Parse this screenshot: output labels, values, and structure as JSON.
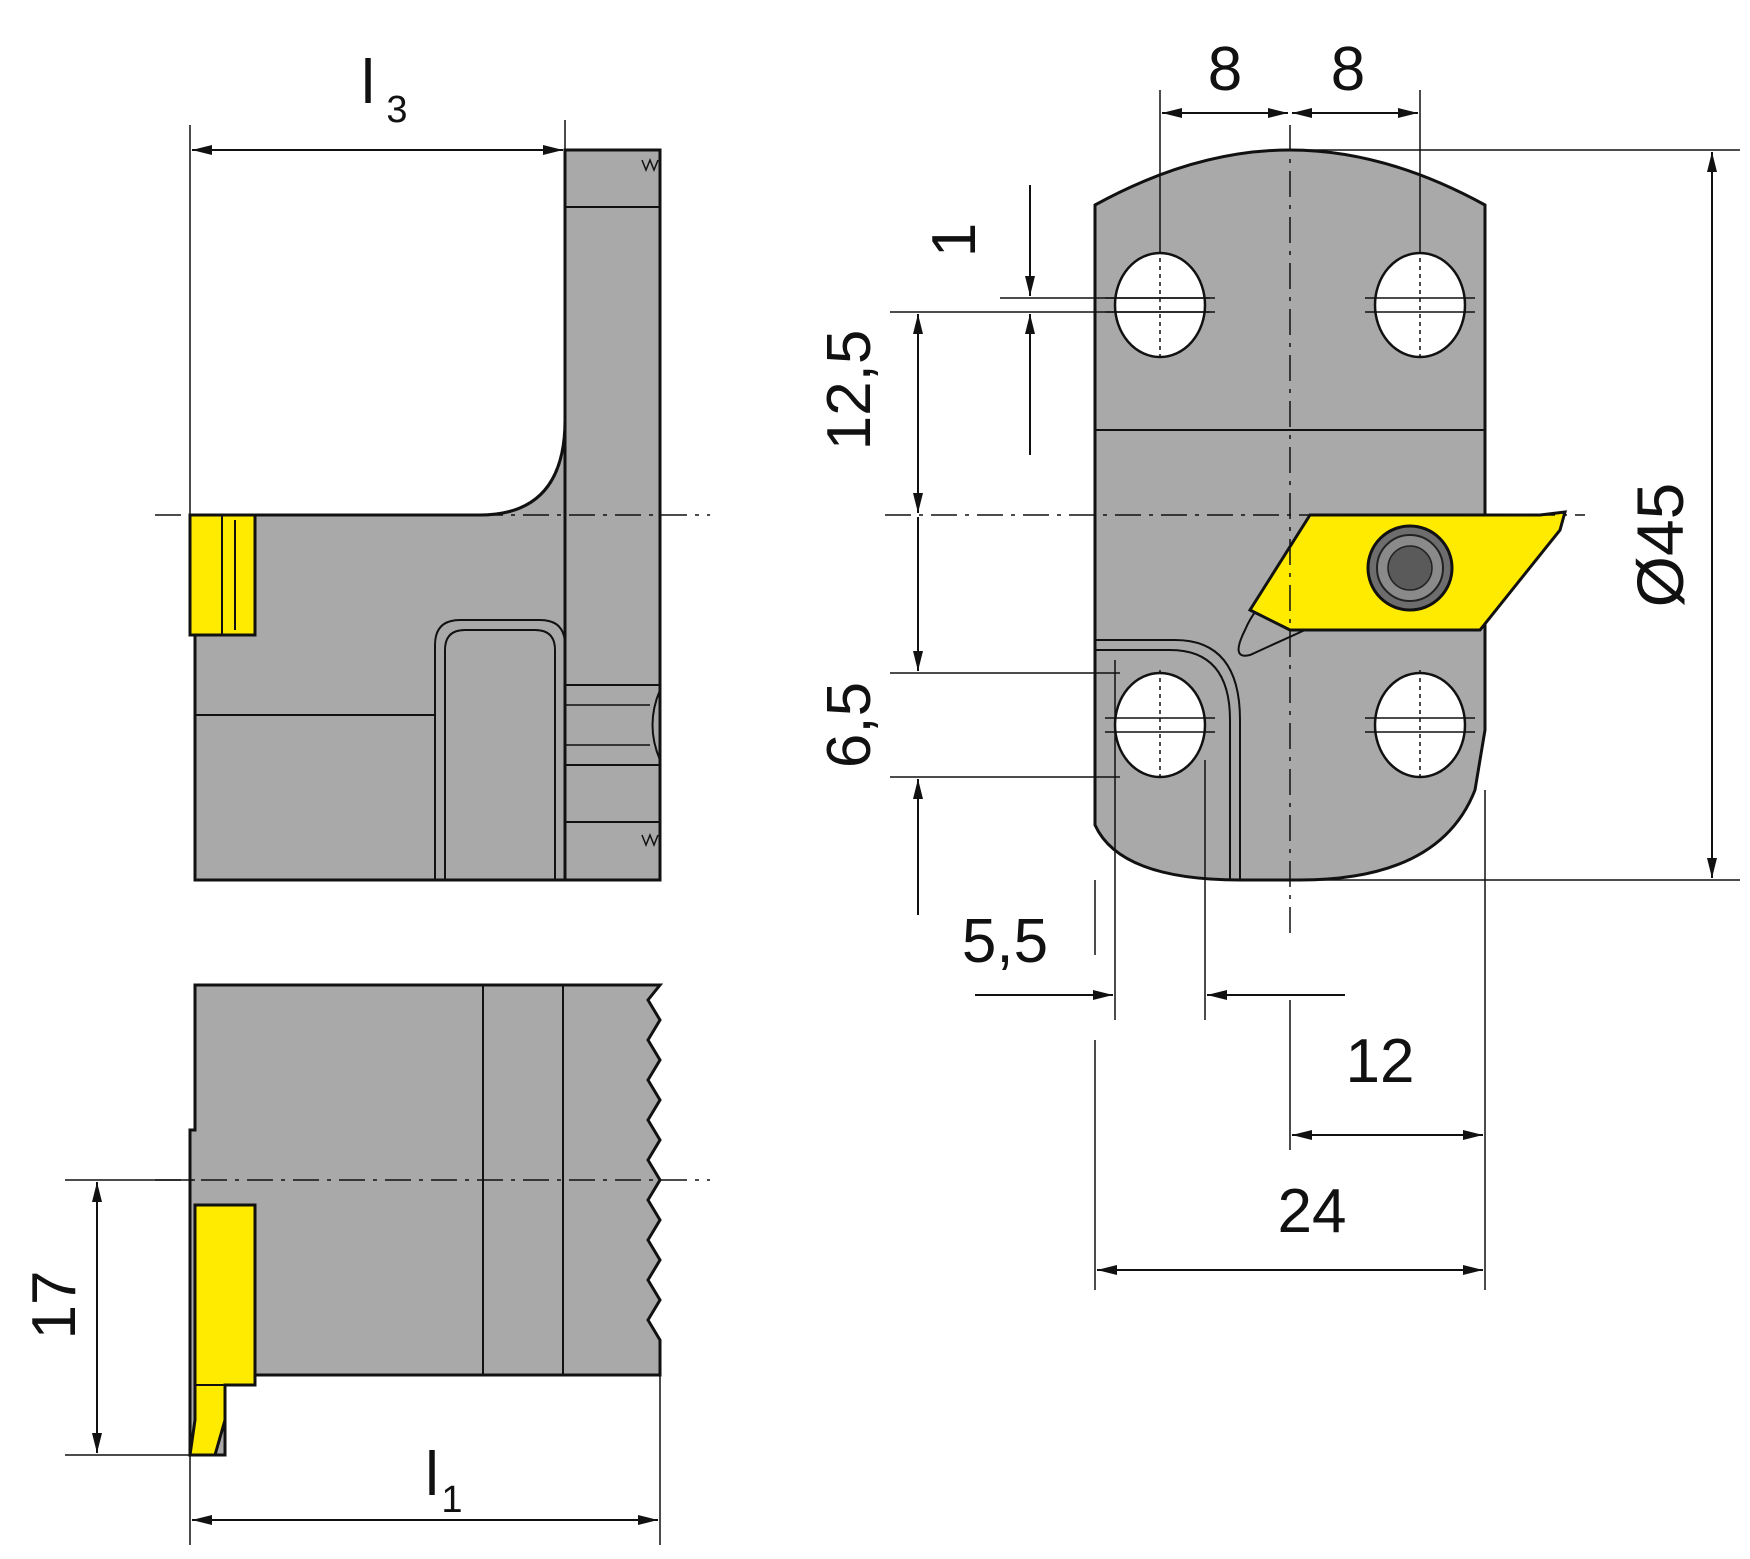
{
  "colors": {
    "body": "#a9a9a9",
    "insert": "#ffeb00",
    "line": "#111111",
    "background": "#ffffff"
  },
  "labels": {
    "l3_main": "l",
    "l3_sub": "3",
    "l1_main": "l",
    "l1_sub": "1",
    "dim_17": "17",
    "dim_8_left": "8",
    "dim_8_right": "8",
    "dim_1": "1",
    "dim_12_5": "12,5",
    "dim_6_5": "6,5",
    "dim_5_5": "5,5",
    "dim_12": "12",
    "dim_24": "24",
    "dim_d45": "Ø45"
  }
}
